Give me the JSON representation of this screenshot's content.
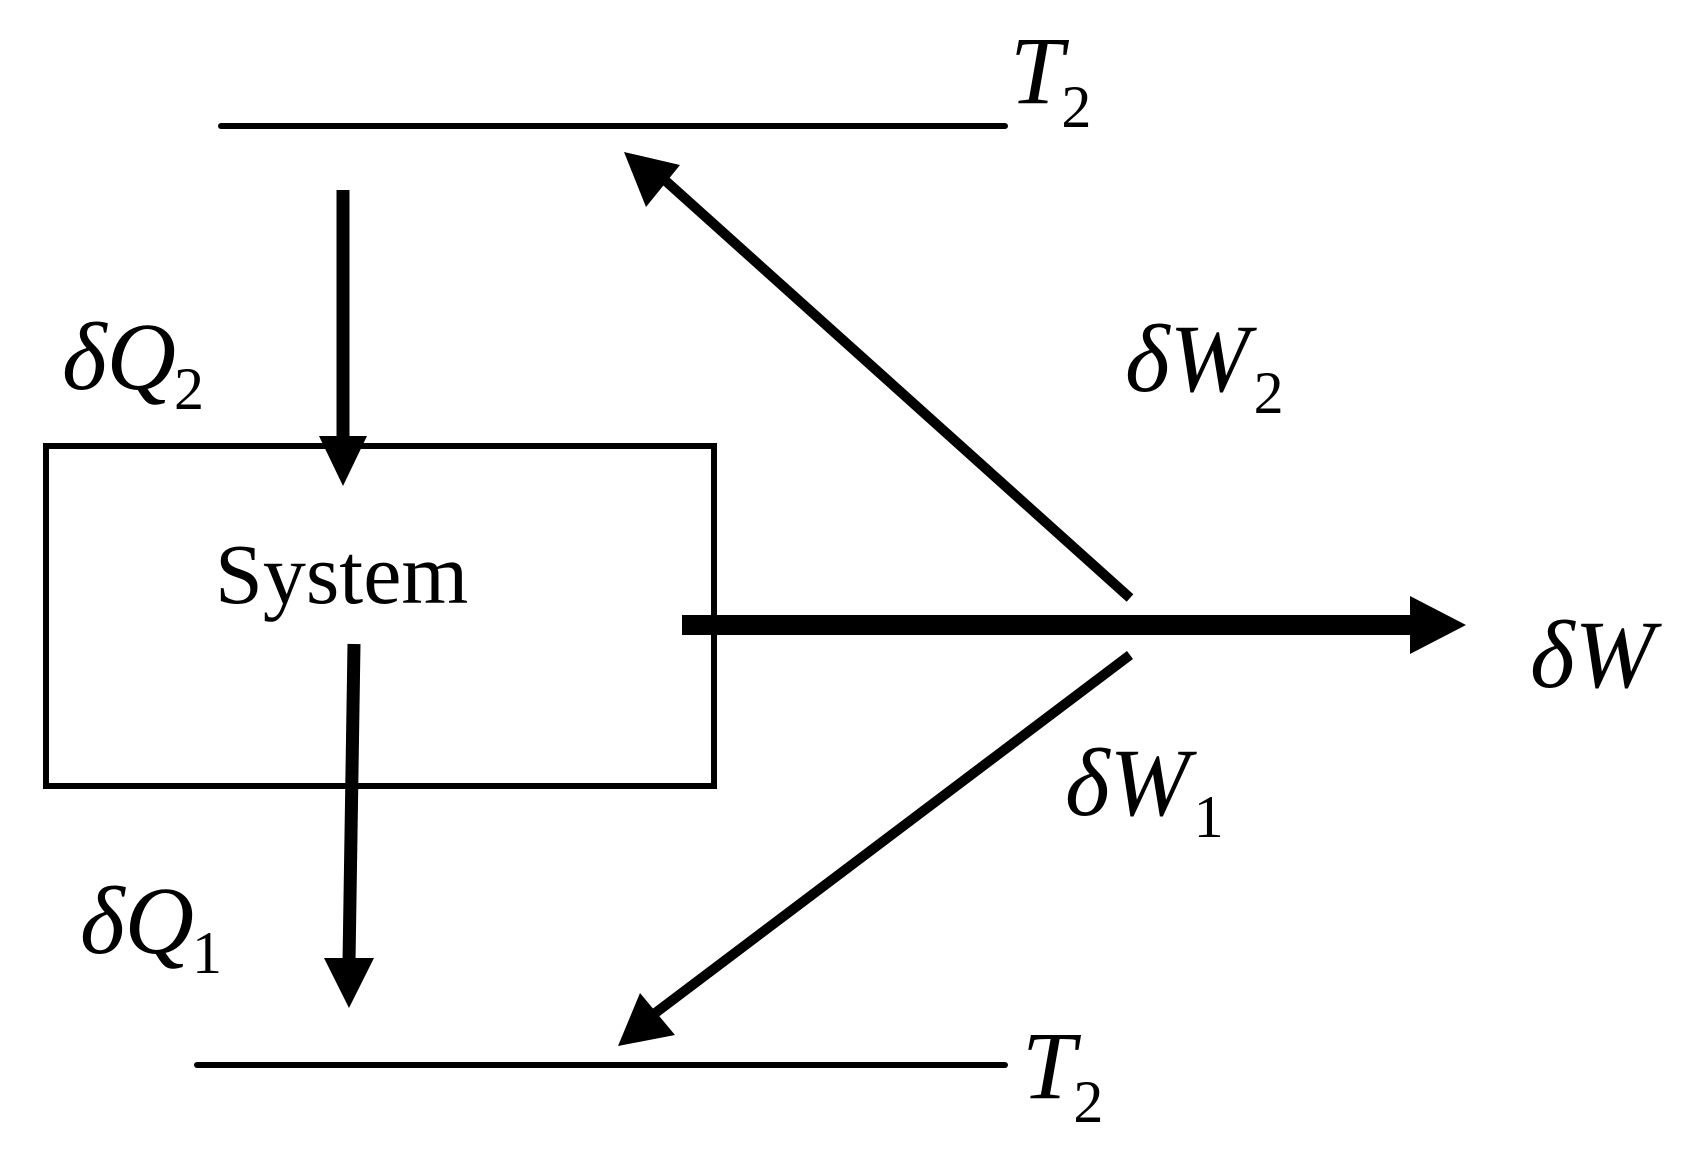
{
  "diagram": {
    "reservoir_top": {
      "symbol": "T",
      "subscript": "2"
    },
    "reservoir_bottom": {
      "symbol": "T",
      "subscript": "2"
    },
    "system_label": "System",
    "heat_in": {
      "symbol": "δQ",
      "subscript": "2"
    },
    "heat_out": {
      "symbol": "δQ",
      "subscript": "1"
    },
    "work_total": {
      "symbol": "δW"
    },
    "work_2": {
      "symbol": "δW",
      "subscript": "2"
    },
    "work_1": {
      "symbol": "δW",
      "subscript": "1"
    },
    "colors": {
      "stroke": "#000000",
      "background": "#ffffff"
    }
  }
}
